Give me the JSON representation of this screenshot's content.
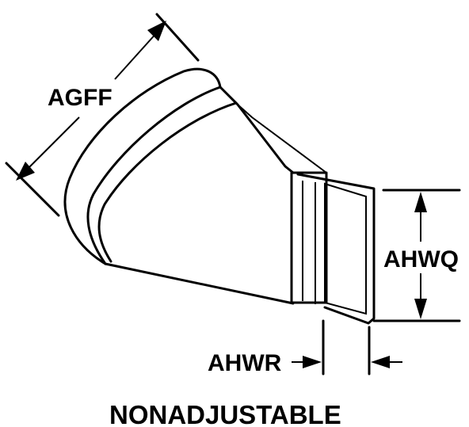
{
  "labels": {
    "agff": "AGFF",
    "ahwq": "AHWQ",
    "ahwr": "AHWR",
    "caption": "NONADJUSTABLE"
  }
}
